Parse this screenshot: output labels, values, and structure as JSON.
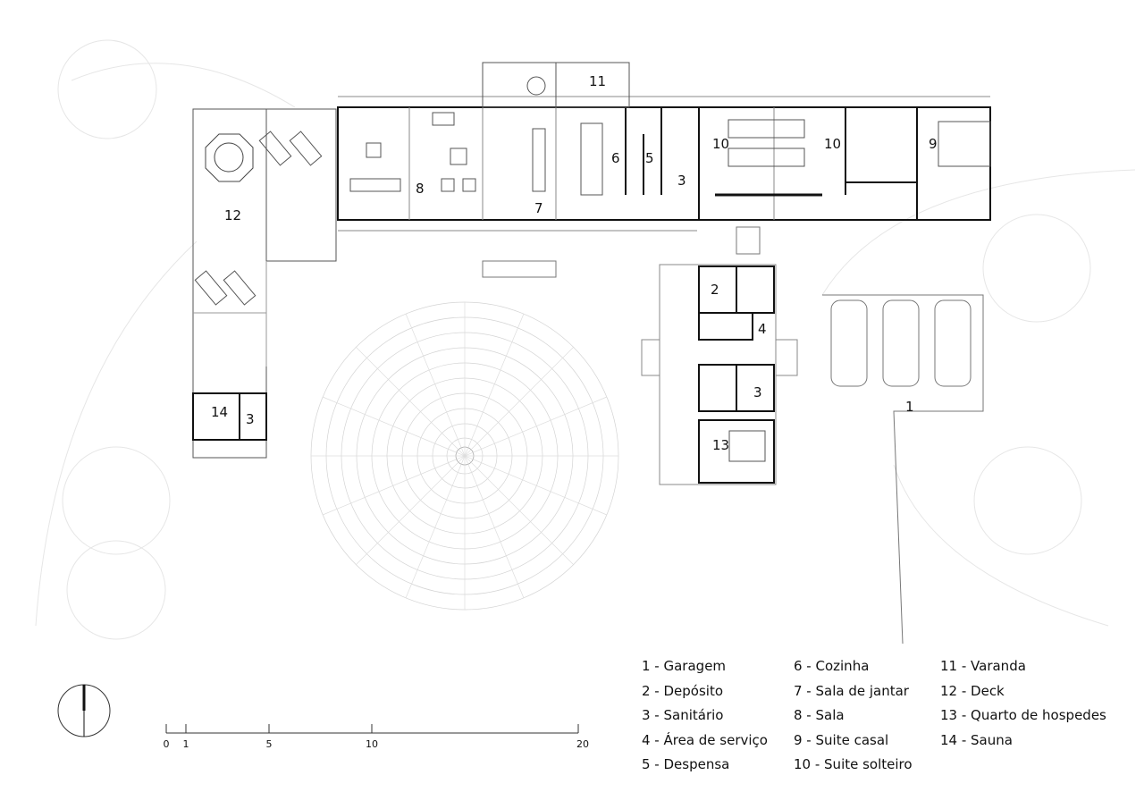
{
  "rooms": {
    "r1": "1",
    "r2": "2",
    "r3a": "3",
    "r3b": "3",
    "r3c": "3",
    "r4": "4",
    "r5": "5",
    "r6": "6",
    "r7": "7",
    "r8": "8",
    "r9": "9",
    "r10a": "10",
    "r10b": "10",
    "r11": "11",
    "r12": "12",
    "r13": "13",
    "r14": "14"
  },
  "legend": {
    "col1": [
      "1 - Garagem",
      "2 - Depósito",
      "3 - Sanitário",
      "4 - Área de serviço",
      "5 - Despensa"
    ],
    "col2": [
      "6 - Cozinha",
      "7 - Sala de jantar",
      "8 - Sala",
      "9 - Suite casal",
      "10 - Suite solteiro"
    ],
    "col3": [
      "11 - Varanda",
      "12 - Deck",
      "13 - Quarto de hospedes",
      "14 - Sauna"
    ]
  },
  "scale": {
    "ticks": [
      "0",
      "1",
      "5",
      "10",
      "20"
    ]
  }
}
